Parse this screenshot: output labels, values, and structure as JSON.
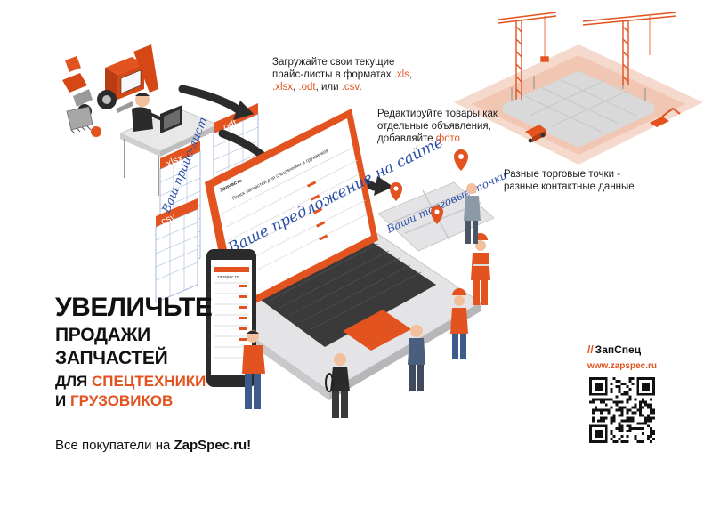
{
  "callouts": {
    "upload": {
      "line1": "Загружайте свои текущие",
      "line2_a": "прайс-листы в форматах ",
      "line2_b": ".xls",
      "line2_c": ",",
      "line3_a": ".xlsx",
      "line3_b": ", ",
      "line3_c": ".odt",
      "line3_d": ", или ",
      "line3_e": ".csv",
      "line3_f": "."
    },
    "edit": {
      "line1": "Редактируйте товары как",
      "line2": "отдельные объявления,",
      "line3_a": "добавляйте ",
      "line3_b": "фото"
    },
    "outlets": {
      "line1": "Разные торговые точки -",
      "line2": "разные контактные данные"
    }
  },
  "files": {
    "xlsx": ".xlsx",
    "odt": ".odt",
    "csv": ".csv",
    "script_text": "Ваш прайс-лист"
  },
  "screen": {
    "header": "Поиск запчастей для спецтехники и грузовиков",
    "overlay": "Ваше предложение на сайте",
    "top_label": "Запчасть"
  },
  "map_overlay": "Ваши торговые точки",
  "phone": {
    "url": "zapspec.ru"
  },
  "hero": {
    "line1": "Увеличьте",
    "line2": "продажи",
    "line3": "запчастей",
    "line4_pre": "для ",
    "line4_hl": "спецтехники",
    "line5_pre": "и ",
    "line5_hl": "грузовиков"
  },
  "buyers": {
    "prefix": "Все покупатели на ",
    "site": "ZapSpec.ru!"
  },
  "brand": {
    "mark": "//",
    "name": "ЗапСпец",
    "url": "www.zapspec.ru"
  },
  "colors": {
    "accent": "#e2531f",
    "dark": "#2b2b2b",
    "laptop_body": "#e4e4e6"
  },
  "icons": [
    "map-pin-icon",
    "qr-code-icon",
    "crane-icon",
    "excavator-icon"
  ]
}
